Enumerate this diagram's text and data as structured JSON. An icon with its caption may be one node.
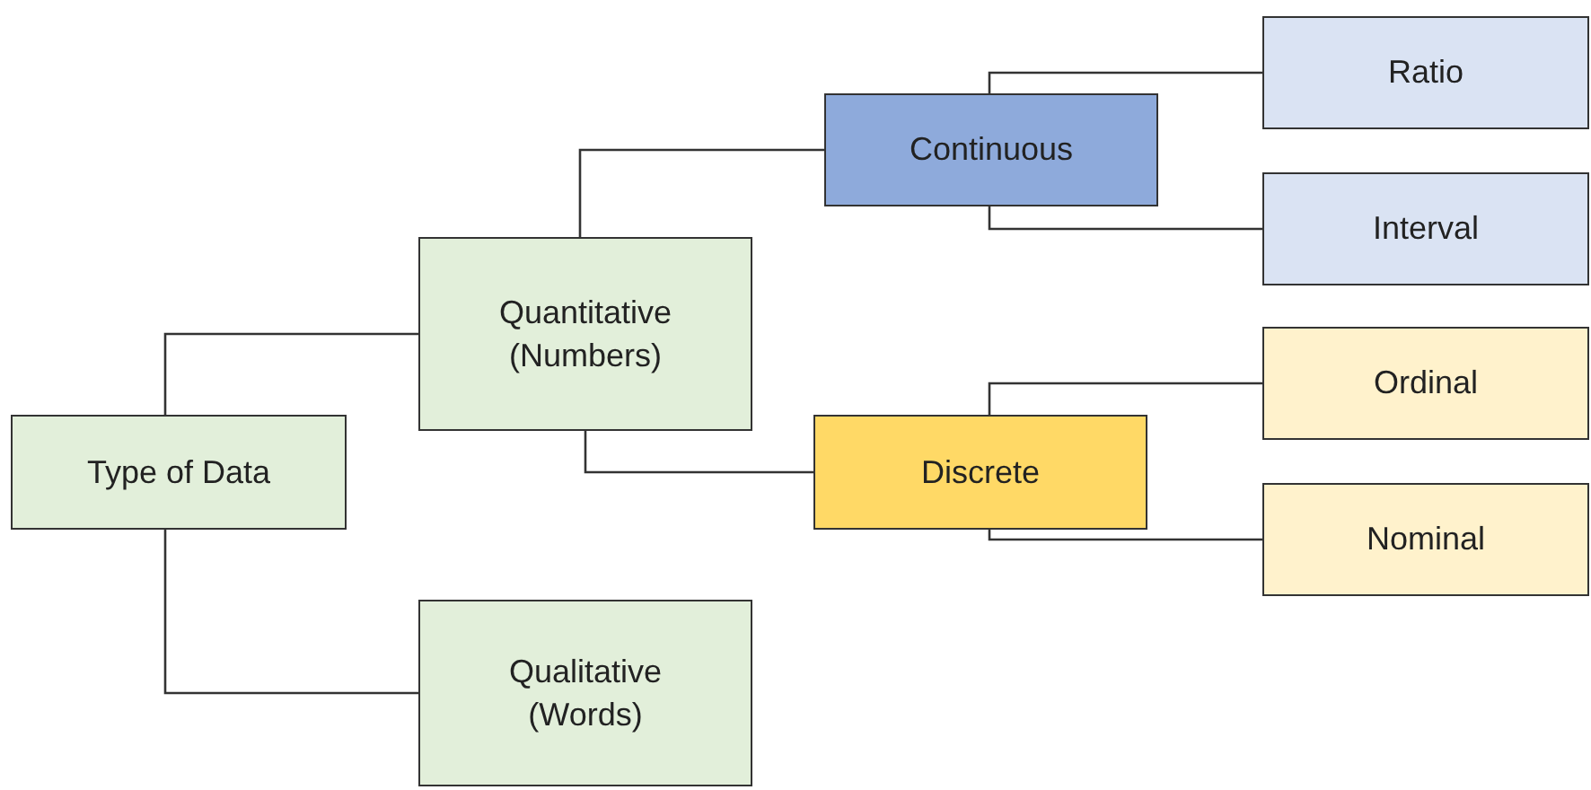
{
  "diagram": {
    "nodes": [
      {
        "text": [
          "Type of Data"
        ]
      },
      {
        "text": [
          "Quantitative (Numbers)"
        ]
      },
      {
        "text": [
          "Qualitative (Words)"
        ]
      },
      {
        "text": [
          "Continuous"
        ]
      },
      {
        "text": [
          "Discrete"
        ]
      },
      {
        "text": [
          "Ratio"
        ]
      },
      {
        "text": [
          "Interval"
        ]
      },
      {
        "text": [
          "Ordinal"
        ]
      },
      {
        "text": [
          "Nominal"
        ]
      }
    ],
    "edges": [
      {
        "from": 0,
        "to": 1,
        "arrow": "none"
      },
      {
        "from": 0,
        "to": 2,
        "arrow": "none"
      },
      {
        "from": 1,
        "to": 3,
        "arrow": "none"
      },
      {
        "from": 1,
        "to": 4,
        "arrow": "none"
      },
      {
        "from": 3,
        "to": 5,
        "arrow": "none"
      },
      {
        "from": 3,
        "to": 6,
        "arrow": "none"
      },
      {
        "from": 4,
        "to": 7,
        "arrow": "none"
      },
      {
        "from": 4,
        "to": 8,
        "arrow": "none"
      }
    ]
  }
}
